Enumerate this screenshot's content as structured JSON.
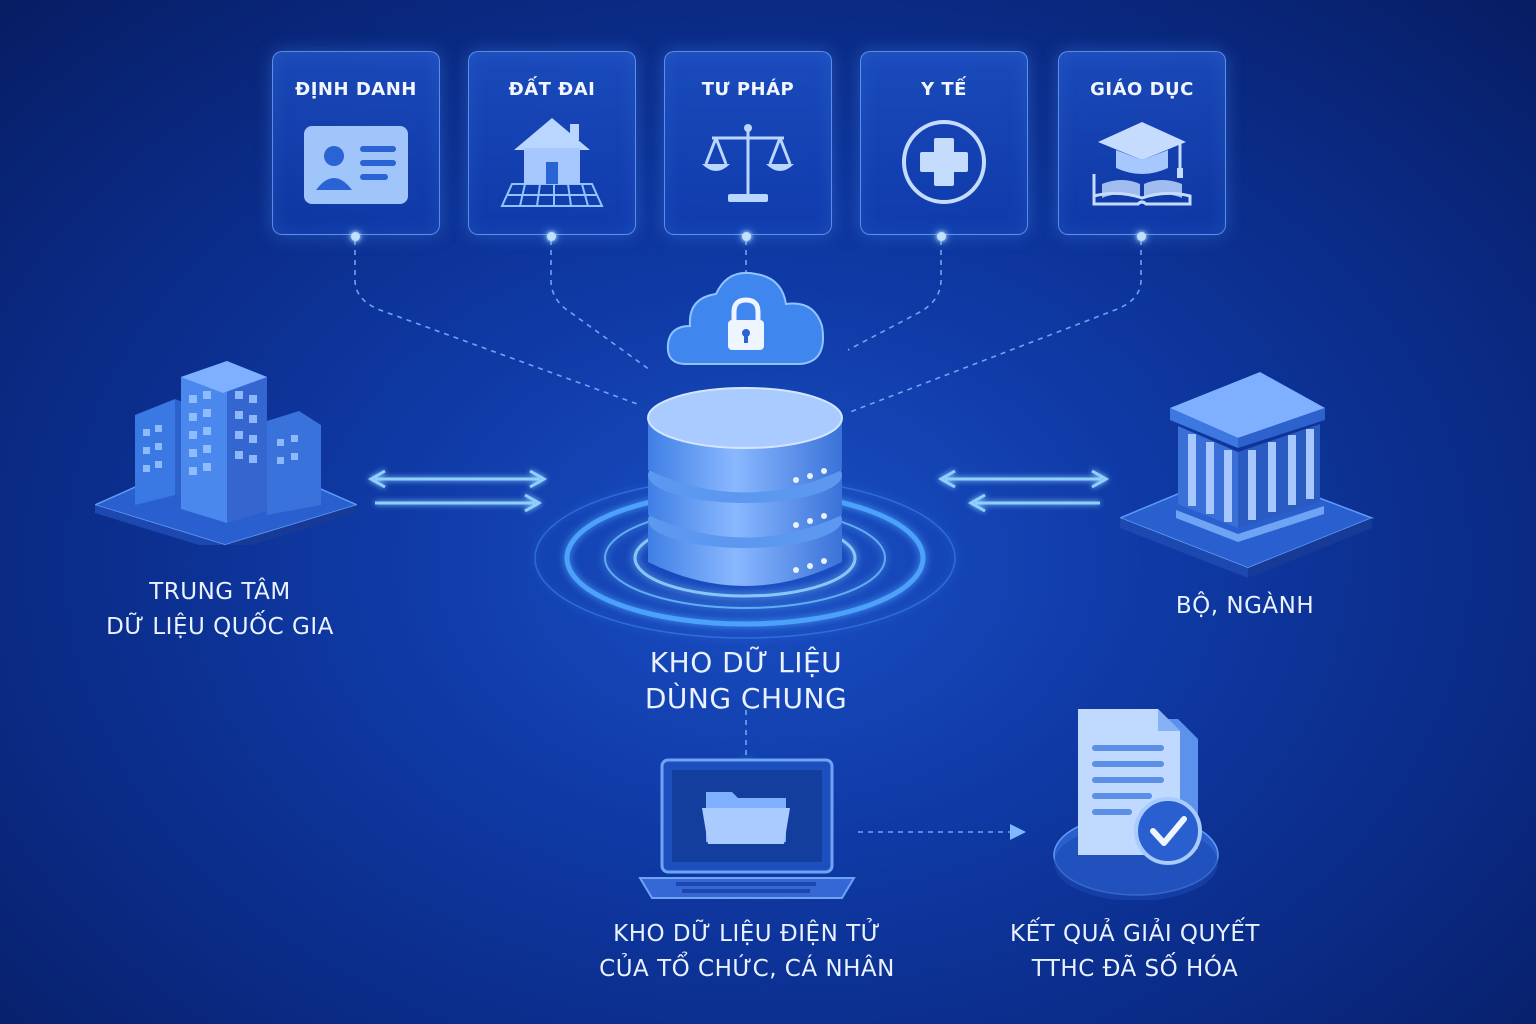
{
  "categories": [
    {
      "label": "ĐỊNH DANH",
      "icon": "id-card-icon"
    },
    {
      "label": "ĐẤT ĐAI",
      "icon": "house-land-icon"
    },
    {
      "label": "TƯ PHÁP",
      "icon": "scales-icon"
    },
    {
      "label": "Y TẾ",
      "icon": "medical-cross-icon"
    },
    {
      "label": "GIÁO DỤC",
      "icon": "graduation-cap-book-icon"
    }
  ],
  "center": {
    "title_line1": "KHO DỮ LIỆU",
    "title_line2": "DÙNG CHUNG",
    "icons": [
      "database-icon",
      "cloud-lock-icon"
    ]
  },
  "left_node": {
    "line1": "TRUNG TÂM",
    "line2": "DỮ LIỆU QUỐC GIA",
    "icon": "city-buildings-icon"
  },
  "right_node": {
    "line1": "BỘ, NGÀNH",
    "icon": "government-building-icon"
  },
  "bottom_left": {
    "line1": "KHO DỮ LIỆU ĐIỆN TỬ",
    "line2": "CỦA TỔ CHỨC, CÁ NHÂN",
    "icon": "laptop-folder-icon"
  },
  "bottom_right": {
    "line1": "KẾT QUẢ GIẢI QUYẾT",
    "line2": "TTHC ĐÃ SỐ HÓA",
    "icon": "document-check-icon"
  },
  "colors": {
    "background": "#0f3aa6",
    "accent": "#6fc0ff",
    "card_border": "#6eaaff",
    "text": "#eaf2ff"
  }
}
